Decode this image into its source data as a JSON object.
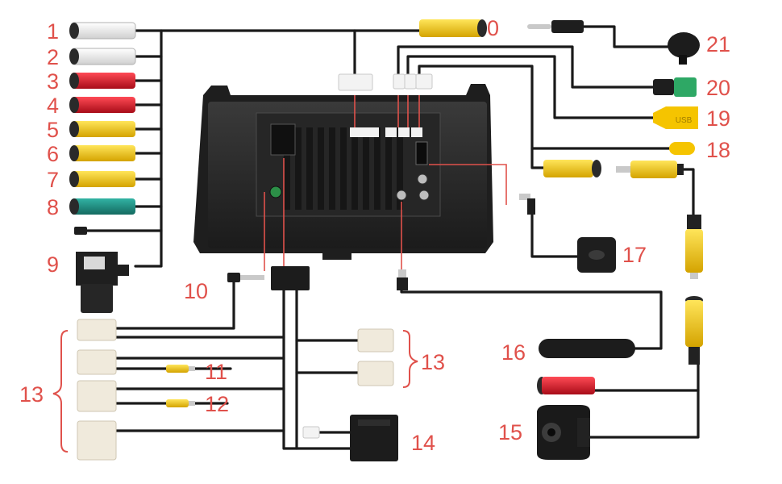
{
  "diagram": {
    "subject": "car head unit wiring harness",
    "callouts": [
      {
        "id": "label-0",
        "text": "0"
      },
      {
        "id": "label-1",
        "text": "1"
      },
      {
        "id": "label-2",
        "text": "2"
      },
      {
        "id": "label-3",
        "text": "3"
      },
      {
        "id": "label-4",
        "text": "4"
      },
      {
        "id": "label-5",
        "text": "5"
      },
      {
        "id": "label-6",
        "text": "6"
      },
      {
        "id": "label-7",
        "text": "7"
      },
      {
        "id": "label-8",
        "text": "8"
      },
      {
        "id": "label-9",
        "text": "9"
      },
      {
        "id": "label-10",
        "text": "10"
      },
      {
        "id": "label-11",
        "text": "11"
      },
      {
        "id": "label-12",
        "text": "12"
      },
      {
        "id": "label-13a",
        "text": "13"
      },
      {
        "id": "label-13b",
        "text": "13"
      },
      {
        "id": "label-14",
        "text": "14"
      },
      {
        "id": "label-15",
        "text": "15"
      },
      {
        "id": "label-16",
        "text": "16"
      },
      {
        "id": "label-17",
        "text": "17"
      },
      {
        "id": "label-18",
        "text": "18"
      },
      {
        "id": "label-19",
        "text": "19"
      },
      {
        "id": "label-20",
        "text": "20"
      },
      {
        "id": "label-21",
        "text": "21"
      }
    ],
    "usb_mark": "USB",
    "colors": {
      "callout": "#e0514b",
      "cable": "#1a1a1a",
      "rca_white": "#efefef",
      "rca_red": "#d81a2a",
      "rca_yellow": "#f2c200",
      "rca_green": "#1c8c80",
      "usb_yellow": "#f5c400",
      "jack_green": "#2ea865",
      "head_unit": "#2a2a2a"
    }
  }
}
